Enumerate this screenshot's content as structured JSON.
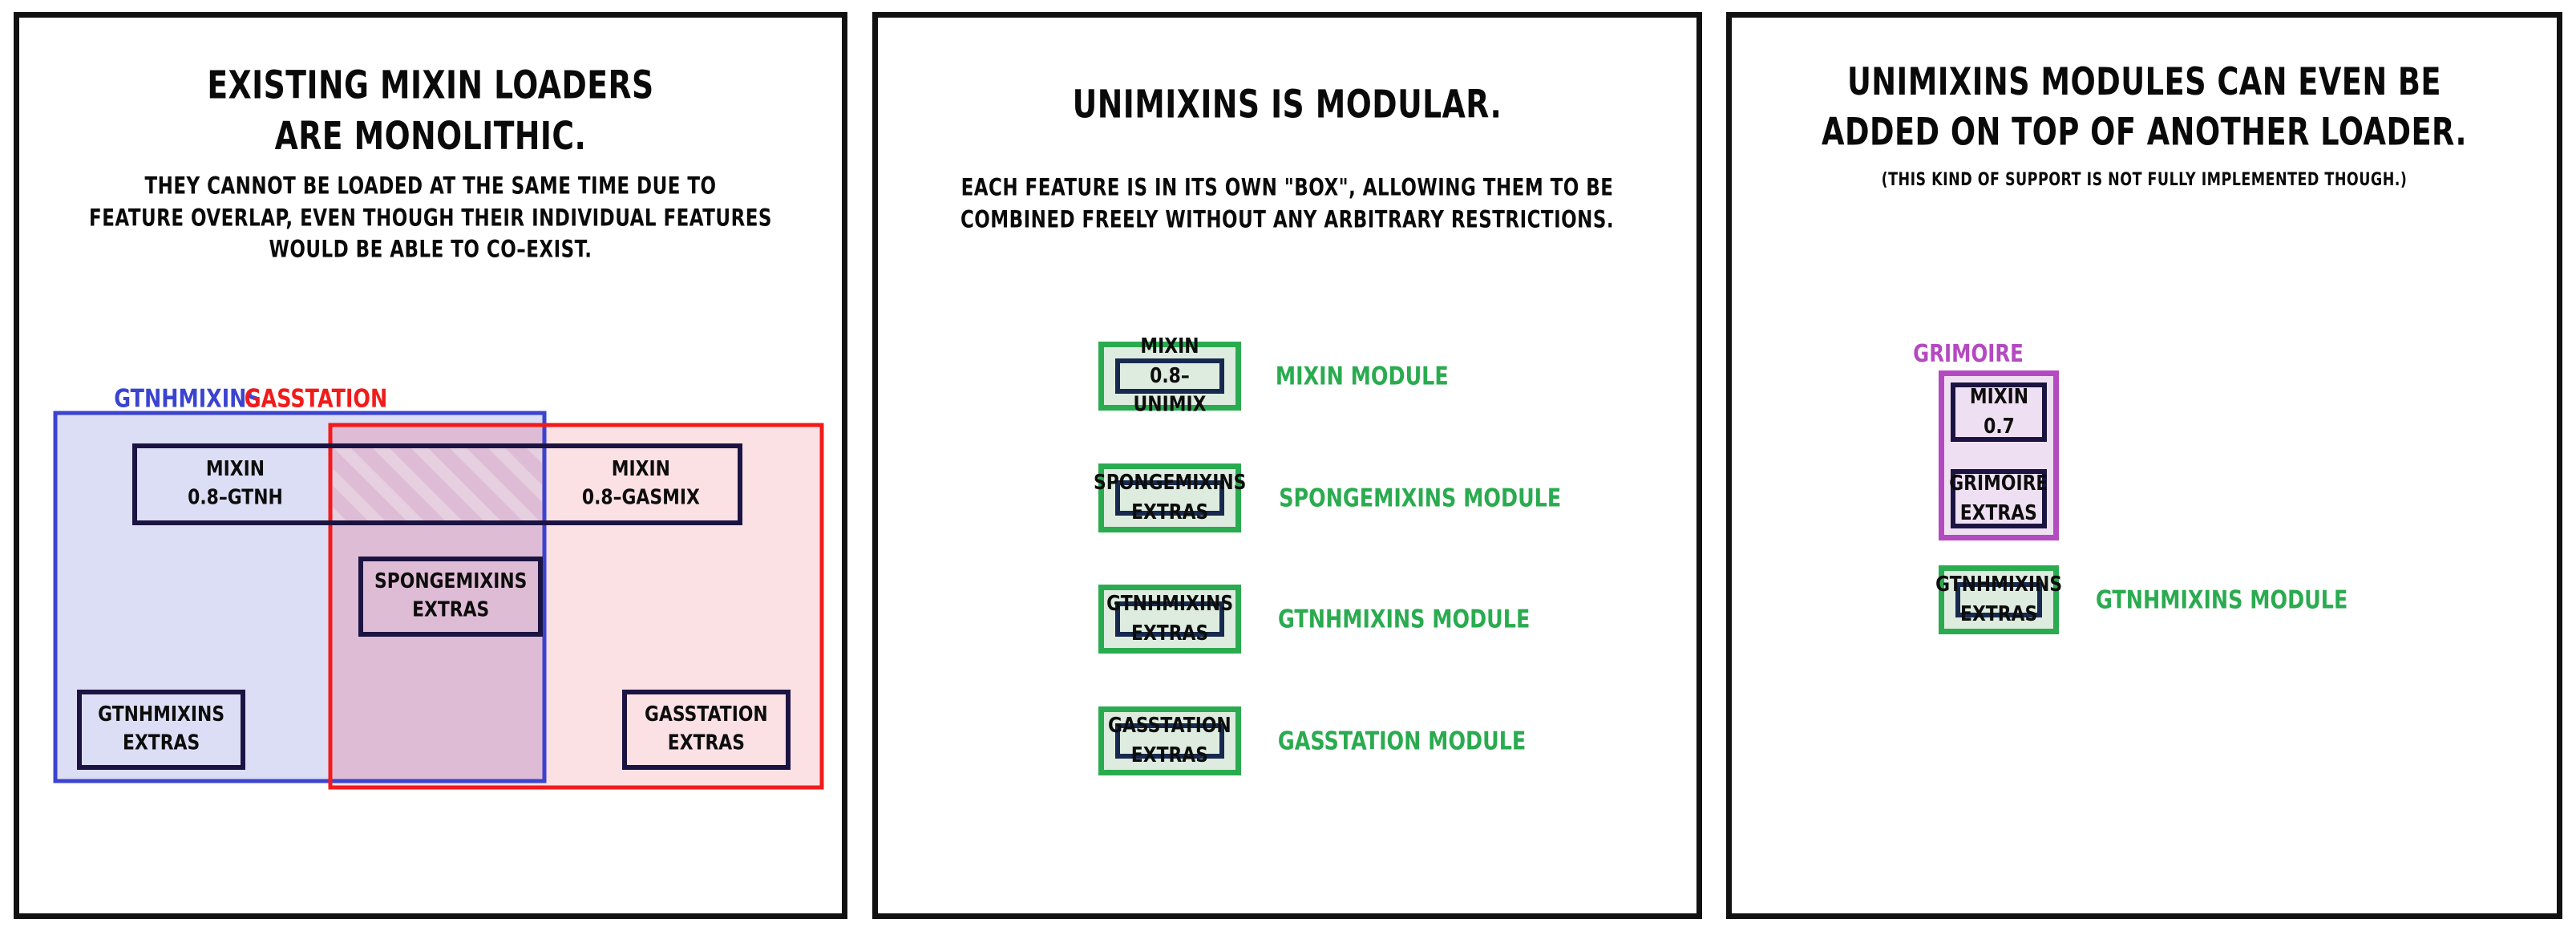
{
  "panels": [
    {
      "id": "panel-1",
      "headline": "EXISTING MIXIN LOADERS\nARE MONOLITHIC.",
      "subline": "THEY CANNOT BE LOADED AT THE SAME TIME DUE TO\nFEATURE OVERLAP, EVEN THOUGH THEIR INDIVIDUAL FEATURES\nWOULD BE ABLE TO CO–EXIST.",
      "venn": {
        "left_set": {
          "label": "GTNHMIXINS",
          "border_color": "#3b44cf",
          "fill_color": "#dcdef5"
        },
        "right_set": {
          "label": "GASSTATION",
          "border_color": "#f11b1b",
          "fill_color": "#fbdde2"
        },
        "overlap_fill": "#d8bcd8",
        "hatch_color": "#e8d2e2",
        "box_border": "#1b1442",
        "boxes": [
          {
            "name": "mixin-gtnh",
            "text": "MIXIN\n0.8–GTNH"
          },
          {
            "name": "mixin-gasmix",
            "text": "MIXIN\n0.8–GASMIX"
          },
          {
            "name": "spongemixins",
            "text": "SPONGEMIXINS\nEXTRAS"
          },
          {
            "name": "gtnhmixins-extras",
            "text": "GTNHMIXINS\nEXTRAS"
          },
          {
            "name": "gasstation-extras",
            "text": "GASSTATION\nEXTRAS"
          }
        ]
      }
    },
    {
      "id": "panel-2",
      "headline": "UNIMIXINS IS MODULAR.",
      "subline": "EACH FEATURE IS IN ITS OWN \"BOX\", ALLOWING THEM TO BE\nCOMBINED FREELY WITHOUT ANY ARBITRARY RESTRICTIONS.",
      "modules": [
        {
          "box_text": "MIXIN\n0.8–UNIMIX",
          "caption": "MIXIN MODULE"
        },
        {
          "box_text": "SPONGEMIXINS\nEXTRAS",
          "caption": "SPONGEMIXINS MODULE"
        },
        {
          "box_text": "GTNHMIXINS\nEXTRAS",
          "caption": "GTNHMIXINS MODULE"
        },
        {
          "box_text": "GASSTATION\nEXTRAS",
          "caption": "GASSTATION MODULE"
        }
      ]
    },
    {
      "id": "panel-3",
      "headline": "UNIMIXINS MODULES CAN EVEN BE\nADDED ON TOP OF ANOTHER LOADER.",
      "subline": "(THIS KIND OF SUPPORT IS NOT FULLY IMPLEMENTED THOUGH.)",
      "grimoire": {
        "label": "GRIMOIRE",
        "border_color": "#b44ac0",
        "fill_color": "#efdff2",
        "boxes": [
          {
            "name": "mixin-07",
            "text": "MIXIN\n0.7"
          },
          {
            "name": "grimoire-extras",
            "text": "GRIMOIRE\nEXTRAS"
          }
        ]
      },
      "modules": [
        {
          "box_text": "GTNHMIXINS\nEXTRAS",
          "caption": "GTNHMIXINS MODULE"
        }
      ]
    }
  ],
  "colors": {
    "panel_border": "#111111",
    "module_green": "#2aab4f",
    "module_green_fill": "#ddecdf",
    "box_navy": "#17294f",
    "box_dark": "#1b1442",
    "blue_set": "#3b44cf",
    "red_set": "#f11b1b",
    "purple_set": "#b44ac0"
  }
}
